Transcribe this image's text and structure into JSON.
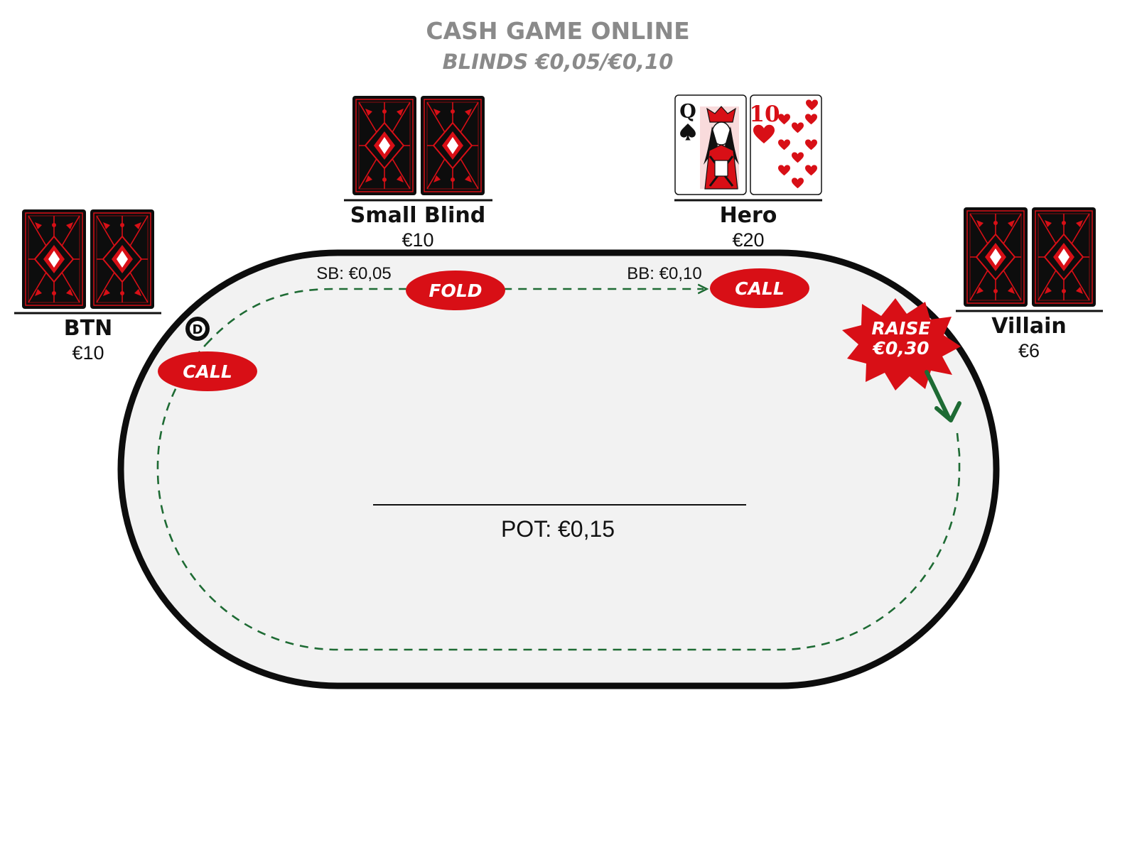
{
  "header": {
    "title": "CASH GAME ONLINE",
    "subtitle": "BLINDS €0,05/€0,10"
  },
  "colors": {
    "accent_red": "#d80f16",
    "flow_green": "#1e6b34",
    "felt": "#f2f2f2",
    "rail": "#0d0d0d",
    "title_gray": "#8a8a8a"
  },
  "players": {
    "btn": {
      "name": "BTN",
      "stack": "€10",
      "cards": "face-down",
      "action": "CALL"
    },
    "small_blind": {
      "name": "Small Blind",
      "stack": "€10",
      "cards": "face-down",
      "action": "FOLD",
      "blind_post": "SB: €0,05"
    },
    "hero": {
      "name": "Hero",
      "stack": "€20",
      "action": "CALL",
      "blind_post": "BB: €0,10",
      "cards": [
        {
          "rank": "Q",
          "suit": "spades"
        },
        {
          "rank": "10",
          "suit": "hearts"
        }
      ]
    },
    "villain": {
      "name": "Villain",
      "stack": "€6",
      "cards": "face-down",
      "action": "RAISE €0,30",
      "action_lines": [
        "RAISE",
        "€0,30"
      ]
    }
  },
  "dealer_button": {
    "label": "D",
    "seat": "btn"
  },
  "table": {
    "pot": "POT: €0,15"
  },
  "icons": {
    "card_back": "ornate-red-card-back-icon",
    "spade": "spade-suit-icon",
    "heart": "heart-suit-icon",
    "arrow": "action-flow-arrow-icon"
  }
}
